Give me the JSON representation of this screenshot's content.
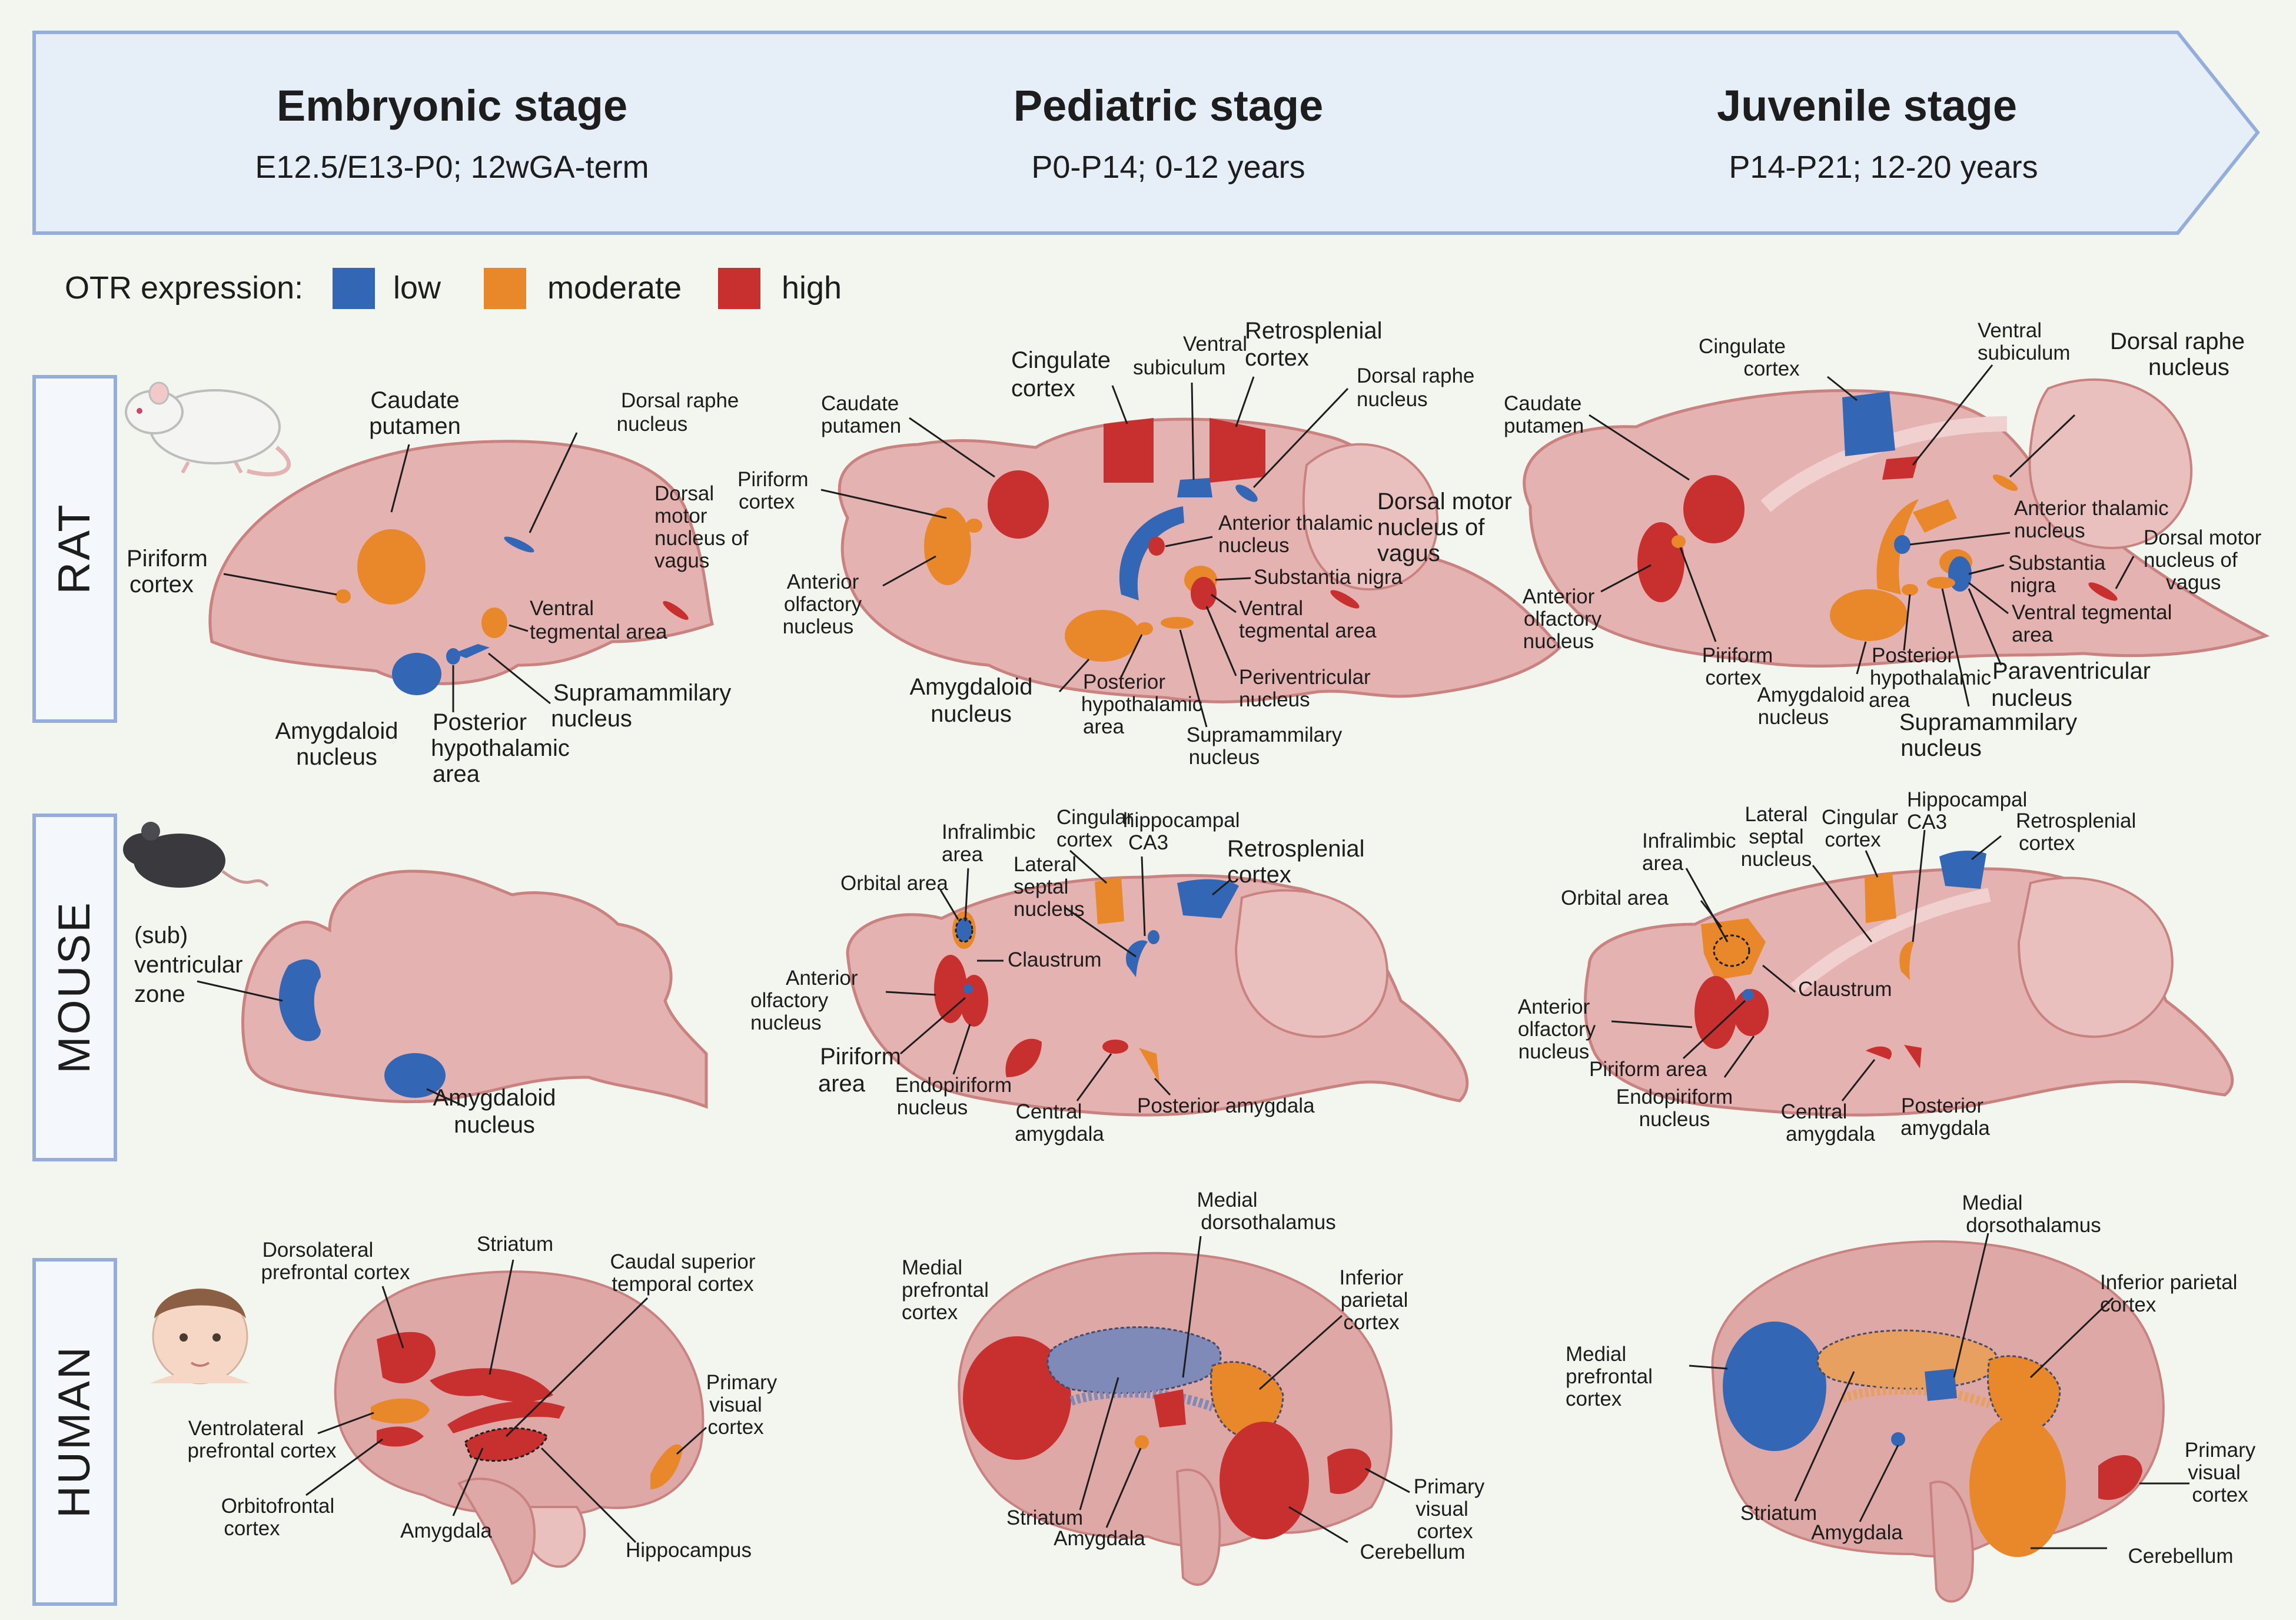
{
  "colors": {
    "low": "#3367b6",
    "moderate": "#e8882a",
    "high": "#c8302f",
    "banner": "#e6eef8",
    "banner_border": "#94addb",
    "tissue": "#e4b2b0"
  },
  "stages": [
    {
      "title": "Embryonic stage",
      "range": "E12.5/E13-P0; 12wGA-term"
    },
    {
      "title": "Pediatric stage",
      "range": "P0-P14; 0-12 years"
    },
    {
      "title": "Juvenile stage",
      "range": "P14-P21; 12-20 years"
    }
  ],
  "legend": {
    "title": "OTR expression:",
    "items": [
      "low",
      "moderate",
      "high"
    ]
  },
  "species": [
    "RAT",
    "MOUSE",
    "HUMAN"
  ],
  "rat": {
    "embryonic": {
      "caudate": [
        "Caudate",
        "putamen"
      ],
      "dorsal_raphe": [
        "Dorsal raphe",
        "nucleus"
      ],
      "dorsal_motor": [
        "Dorsal",
        "motor",
        "nucleus of",
        "vagus"
      ],
      "piriform": [
        "Piriform",
        "cortex"
      ],
      "vta": [
        "Ventral",
        "tegmental area"
      ],
      "supramammillary": [
        "Supramammilary",
        "nucleus"
      ],
      "amygdaloid": [
        "Amygdaloid",
        "nucleus"
      ],
      "posterior_hyp": [
        "Posterior",
        "hypothalamic",
        "area"
      ]
    },
    "pediatric": {
      "cingulate": [
        "Cingulate",
        "cortex"
      ],
      "ventral_sub": [
        "Ventral",
        "subiculum"
      ],
      "retrosplenial": [
        "Retrosplenial",
        "cortex"
      ],
      "dorsal_raphe": [
        "Dorsal raphe",
        "nucleus"
      ],
      "caudate": [
        "Caudate",
        "putamen"
      ],
      "piriform": [
        "Piriform",
        "cortex"
      ],
      "anterior_olf": [
        "Anterior",
        "olfactory",
        "nucleus"
      ],
      "anterior_thal": [
        "Anterior thalamic",
        "nucleus"
      ],
      "dorsal_motor": [
        "Dorsal motor",
        "nucleus of",
        "vagus"
      ],
      "substantia": [
        "Substantia nigra"
      ],
      "vta": [
        "Ventral",
        "tegmental area"
      ],
      "periventricular": [
        "Periventricular",
        "nucleus"
      ],
      "amygdaloid": [
        "Amygdaloid",
        "nucleus"
      ],
      "posterior_hyp": [
        "Posterior",
        "hypothalamic",
        "area"
      ],
      "supramammillary": [
        "Supramammilary",
        "nucleus"
      ]
    },
    "juvenile": {
      "cingulate": [
        "Cingulate",
        "cortex"
      ],
      "ventral_sub": [
        "Ventral",
        "subiculum"
      ],
      "dorsal_raphe": [
        "Dorsal raphe",
        "nucleus"
      ],
      "caudate": [
        "Caudate",
        "putamen"
      ],
      "anterior_thal": [
        "Anterior thalamic",
        "nucleus"
      ],
      "dorsal_motor": [
        "Dorsal motor",
        "nucleus of",
        "vagus"
      ],
      "substantia": [
        "Substantia",
        "nigra"
      ],
      "vta": [
        "Ventral tegmental",
        "area"
      ],
      "anterior_olf": [
        "Anterior",
        "olfactory",
        "nucleus"
      ],
      "piriform": [
        "Piriform",
        "cortex"
      ],
      "posterior_hyp": [
        "Posterior",
        "hypothalamic",
        "area"
      ],
      "paraventricular": [
        "Paraventricular",
        "nucleus"
      ],
      "amygdaloid": [
        "Amygdaloid",
        "nucleus"
      ],
      "supramammillary": [
        "Supramammilary",
        "nucleus"
      ]
    }
  },
  "mouse": {
    "embryonic": {
      "svz": [
        "(sub)",
        "ventricular",
        "zone"
      ],
      "amygdaloid": [
        "Amygdaloid",
        "nucleus"
      ]
    },
    "pediatric": {
      "infralimbic": [
        "Infralimbic",
        "area"
      ],
      "cingular": [
        "Cingular",
        "cortex"
      ],
      "ca3": [
        "hippocampal",
        "CA3"
      ],
      "retrosplenial": [
        "Retrosplenial",
        "cortex"
      ],
      "orbital": [
        "Orbital area"
      ],
      "lateral_septal": [
        "Lateral",
        "septal",
        "nucleus"
      ],
      "claustrum": [
        "Claustrum"
      ],
      "anterior_olf": [
        "Anterior",
        "olfactory",
        "nucleus"
      ],
      "piriform": [
        "Piriform",
        "area"
      ],
      "endopiriform": [
        "Endopiriform",
        "nucleus"
      ],
      "central_amy": [
        "Central",
        "amygdala"
      ],
      "posterior_amy": [
        "Posterior amygdala"
      ]
    },
    "juvenile": {
      "infralimbic": [
        "Infralimbic",
        "area"
      ],
      "lateral_septal": [
        "Lateral",
        "septal",
        "nucleus"
      ],
      "cingular": [
        "Cingular",
        "cortex"
      ],
      "ca3": [
        "Hippocampal",
        "CA3"
      ],
      "retrosplenial": [
        "Retrosplenial",
        "cortex"
      ],
      "orbital": [
        "Orbital area"
      ],
      "claustrum": [
        "Claustrum"
      ],
      "anterior_olf": [
        "Anterior",
        "olfactory",
        "nucleus"
      ],
      "piriform": [
        "Piriform area"
      ],
      "endopiriform": [
        "Endopiriform",
        "nucleus"
      ],
      "central_amy": [
        "Central",
        "amygdala"
      ],
      "posterior_amy": [
        "Posterior",
        "amygdala"
      ]
    }
  },
  "human": {
    "embryonic": {
      "dlpfc": [
        "Dorsolateral",
        "prefrontal cortex"
      ],
      "striatum": [
        "Striatum"
      ],
      "caudal_sup": [
        "Caudal superior",
        "temporal cortex"
      ],
      "vlpfc": [
        "Ventrolateral",
        "prefrontal cortex"
      ],
      "primary_visual": [
        "Primary",
        "visual",
        "cortex"
      ],
      "ofc": [
        "Orbitofrontal",
        "cortex"
      ],
      "amygdala": [
        "Amygdala"
      ],
      "hippocampus": [
        "Hippocampus"
      ]
    },
    "pediatric": {
      "medial_dorso": [
        "Medial",
        "dorsothalamus"
      ],
      "medial_pfc": [
        "Medial",
        "prefrontal",
        "cortex"
      ],
      "inferior_par": [
        "Inferior",
        "parietal",
        "cortex"
      ],
      "primary_visual": [
        "Primary",
        "visual",
        "cortex"
      ],
      "striatum": [
        "Striatum"
      ],
      "amygdala": [
        "Amygdala"
      ],
      "cerebellum": [
        "Cerebellum"
      ]
    },
    "juvenile": {
      "medial_dorso": [
        "Medial",
        "dorsothalamus"
      ],
      "inferior_par": [
        "Inferior parietal",
        "cortex"
      ],
      "medial_pfc": [
        "Medial",
        "prefrontal",
        "cortex"
      ],
      "primary_visual": [
        "Primary",
        "visual",
        "cortex"
      ],
      "striatum": [
        "Striatum"
      ],
      "amygdala": [
        "Amygdala"
      ],
      "cerebellum": [
        "Cerebellum"
      ]
    }
  }
}
